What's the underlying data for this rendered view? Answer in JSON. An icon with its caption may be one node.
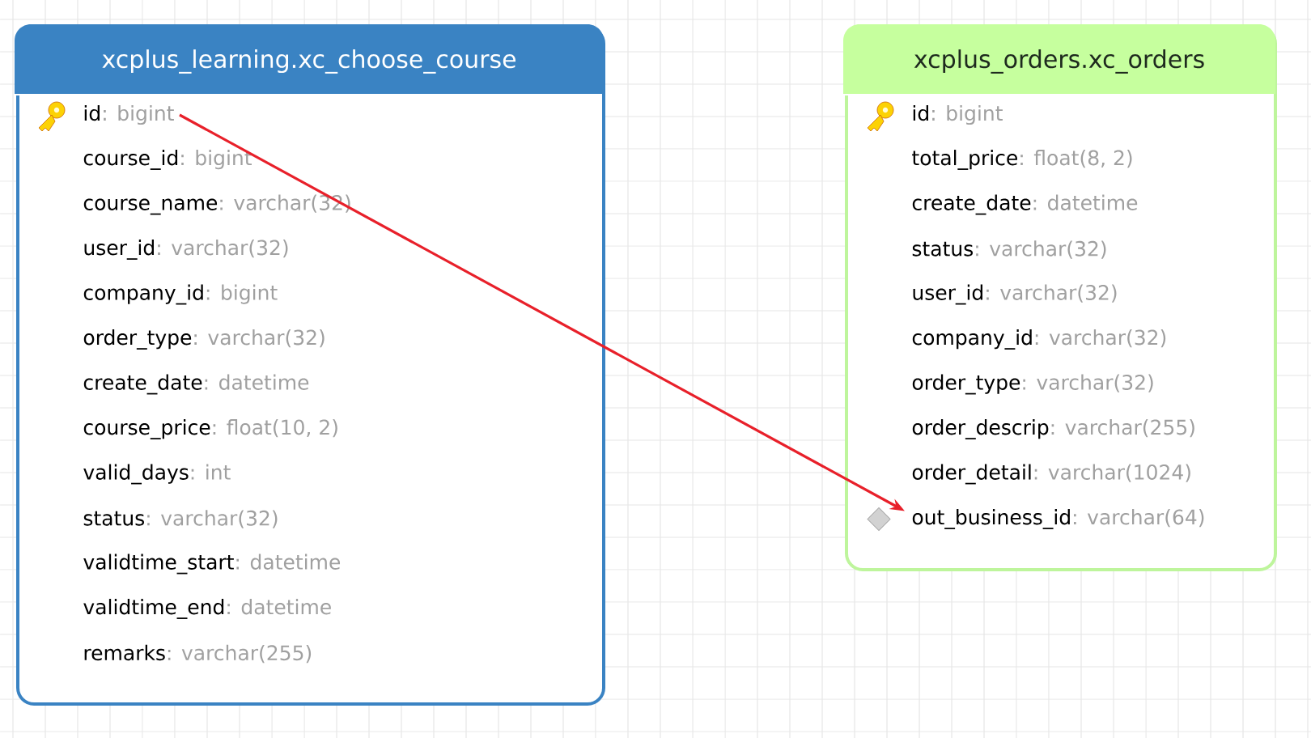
{
  "diagram": {
    "nodes": [
      {
        "text": [
          "xcplus_learning.xc_choose_course"
        ]
      },
      {
        "text": [
          "id",
          ": bigint"
        ],
        "in": 0
      },
      {
        "text": [
          "course_id",
          ": bigint"
        ],
        "in": 0
      },
      {
        "text": [
          "course_name",
          ": varchar(32)"
        ],
        "in": 0
      },
      {
        "text": [
          "user_id",
          ": varchar(32)"
        ],
        "in": 0
      },
      {
        "text": [
          "company_id",
          ": bigint"
        ],
        "in": 0
      },
      {
        "text": [
          "order_type",
          ": varchar(32)"
        ],
        "in": 0
      },
      {
        "text": [
          "create_date",
          ": datetime"
        ],
        "in": 0
      },
      {
        "text": [
          "course_price",
          ": float(10, 2)"
        ],
        "in": 0
      },
      {
        "text": [
          "valid_days",
          ": int"
        ],
        "in": 0
      },
      {
        "text": [
          "status",
          ": varchar(32)"
        ],
        "in": 0
      },
      {
        "text": [
          "validtime_start",
          ": datetime"
        ],
        "in": 0
      },
      {
        "text": [
          "validtime_end",
          ": datetime"
        ],
        "in": 0
      },
      {
        "text": [
          "remarks",
          ": varchar(255)"
        ],
        "in": 0
      },
      {
        "text": [
          "xcplus_orders.xc_orders"
        ]
      },
      {
        "text": [
          "id",
          ": bigint"
        ],
        "in": 14
      },
      {
        "text": [
          "total_price",
          ": float(8, 2)"
        ],
        "in": 14
      },
      {
        "text": [
          "create_date",
          ": datetime"
        ],
        "in": 14
      },
      {
        "text": [
          "status",
          ": varchar(32)"
        ],
        "in": 14
      },
      {
        "text": [
          "user_id",
          ": varchar(32)"
        ],
        "in": 14
      },
      {
        "text": [
          "company_id",
          ": varchar(32)"
        ],
        "in": 14
      },
      {
        "text": [
          "order_type",
          ": varchar(32)"
        ],
        "in": 14
      },
      {
        "text": [
          "order_descrip",
          ": varchar(255)"
        ],
        "in": 14
      },
      {
        "text": [
          "order_detail",
          ": varchar(1024)"
        ],
        "in": 14
      },
      {
        "text": [
          "out_business_id",
          ": varchar(64)"
        ],
        "in": 14
      }
    ],
    "edges": [
      {
        "from": 1,
        "to": 24,
        "arrow": "to"
      }
    ]
  }
}
